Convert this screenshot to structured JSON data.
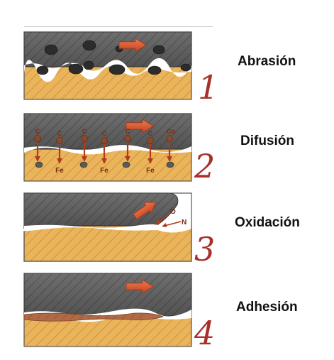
{
  "panels": [
    {
      "title": "Abrasión",
      "number": "1"
    },
    {
      "title": "Difusión",
      "number": "2"
    },
    {
      "title": "Oxidación",
      "number": "3"
    },
    {
      "title": "Adhesión",
      "number": "4"
    }
  ],
  "diffusion_labels": {
    "tool_elements": [
      "C",
      "C",
      "C",
      "C",
      "C",
      "C",
      "Co"
    ],
    "iron": [
      "Fe",
      "Fe",
      "Fe"
    ]
  },
  "oxidation_labels": {
    "oxygen": "O",
    "nitrogen": "N"
  },
  "colors": {
    "tool": "#6b6b6b",
    "tool_hatch": "#8d8d8d",
    "workpiece": "#e9b357",
    "workpiece_hatch": "#c4853b",
    "arrow": "#d9582f",
    "numbers": "#a9302a",
    "adhesion_layer": "#b06a45"
  }
}
